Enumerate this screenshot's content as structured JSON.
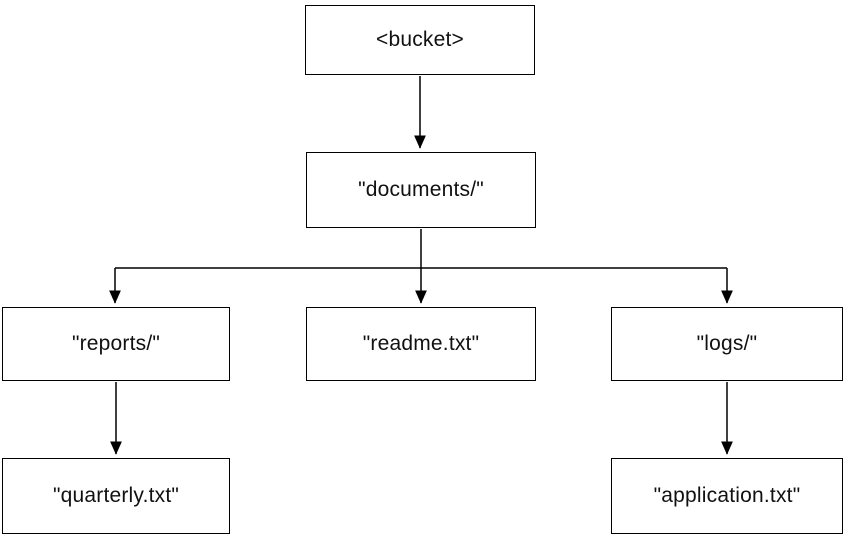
{
  "diagram": {
    "type": "tree",
    "nodes": {
      "bucket": {
        "label": "<bucket>"
      },
      "documents": {
        "label": "\"documents/\""
      },
      "reports": {
        "label": "\"reports/\""
      },
      "readme": {
        "label": "\"readme.txt\""
      },
      "logs": {
        "label": "\"logs/\""
      },
      "quarterly": {
        "label": "\"quarterly.txt\""
      },
      "application": {
        "label": "\"application.txt\""
      }
    },
    "edges": [
      {
        "from": "bucket",
        "to": "documents"
      },
      {
        "from": "documents",
        "to": "reports"
      },
      {
        "from": "documents",
        "to": "readme"
      },
      {
        "from": "documents",
        "to": "logs"
      },
      {
        "from": "reports",
        "to": "quarterly"
      },
      {
        "from": "logs",
        "to": "application"
      }
    ],
    "colors": {
      "background": "#ffffff",
      "box_fill": "#ffffff",
      "box_border": "#000000",
      "line": "#000000",
      "text": "#111111"
    }
  }
}
